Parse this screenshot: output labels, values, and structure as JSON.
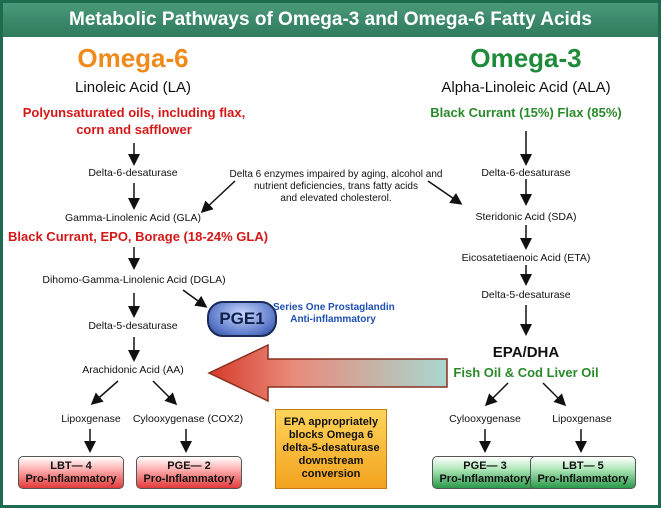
{
  "title": "Metabolic Pathways of Omega-3 and Omega-6 Fatty Acids",
  "omega6": {
    "heading": "Omega-6",
    "acid": "Linoleic Acid (LA)",
    "sources": [
      "Polyunsaturated oils, including flax,",
      "corn and safflower"
    ],
    "enzyme1": "Delta-6-desaturase",
    "gla": "Gamma-Linolenic Acid (GLA)",
    "gla_sources": "Black Currant, EPO, Borage (18-24% GLA)",
    "dgla": "Dihomo-Gamma-Linolenic Acid (DGLA)",
    "enzyme2": "Delta-5-desaturase",
    "aa": "Arachidonic Acid (AA)",
    "lipoxygenase": "Lipoxgenase",
    "cox2": "Cylooxygenase (COX2)",
    "box_left": [
      "LBT— 4",
      "Pro-Inflammatory"
    ],
    "box_right": [
      "PGE— 2",
      "Pro-Inflammatory"
    ]
  },
  "omega3": {
    "heading": "Omega-3",
    "acid": "Alpha-Linoleic Acid (ALA)",
    "sources": "Black Currant (15%) Flax (85%)",
    "enzyme1": "Delta-6-desaturase",
    "sda": "Steridonic Acid (SDA)",
    "eta": "Eicosatetiaenoic Acid (ETA)",
    "enzyme2": "Delta-5-desaturase",
    "epa": "EPA/DHA",
    "epa_sources": "Fish Oil & Cod Liver Oil",
    "cox": "Cylooxygenase",
    "lipoxygenase": "Lipoxgenase",
    "box_left": [
      "PGE— 3",
      "Pro-Inflammatory"
    ],
    "box_right": [
      "LBT— 5",
      "Pro-Inflammatory"
    ]
  },
  "center_note": [
    "Delta 6 enzymes impaired by aging, alcohol and",
    "nutrient deficiencies, trans fatty acids",
    "and elevated cholesterol."
  ],
  "pge1": {
    "label": "PGE1",
    "caption": [
      "Series One Prostaglandin",
      "Anti-inflammatory"
    ]
  },
  "epa_note": [
    "EPA appropriately",
    "blocks Omega 6",
    "delta-5-desaturase",
    "downstream",
    "conversion"
  ],
  "colors": {
    "title_bg": "#2f7a5c",
    "omega6": "#f08a1c",
    "omega3": "#1e8a3a",
    "red_text": "#d41818",
    "green_text": "#2a8a2a",
    "block_arrow": "#d94a3a"
  }
}
